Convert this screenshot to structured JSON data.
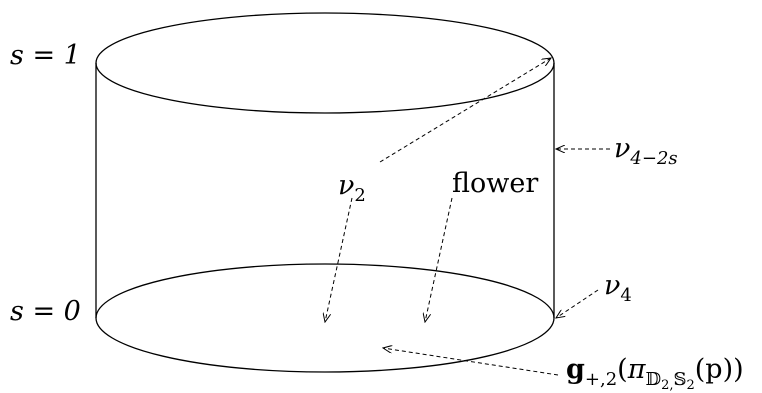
{
  "labels": {
    "s_top": "s = 1",
    "s_bottom": "s = 0",
    "nu_side_base": "ν",
    "nu_side_sub": "4−2s",
    "nu2_base": "ν",
    "nu2_sub": "2",
    "flower": "flower",
    "nu4_base": "ν",
    "nu4_sub": "4",
    "g_base": "g",
    "g_sub": "+,2",
    "g_paren_open": "(",
    "g_pi": "π",
    "g_pi_sub_D": "𝔻",
    "g_pi_sub_sep": "2,",
    "g_pi_sub_S": "𝕊",
    "g_pi_sub_end": "2",
    "g_arg": "(p))"
  },
  "colors": {
    "stroke": "#000000",
    "background": "#ffffff"
  }
}
